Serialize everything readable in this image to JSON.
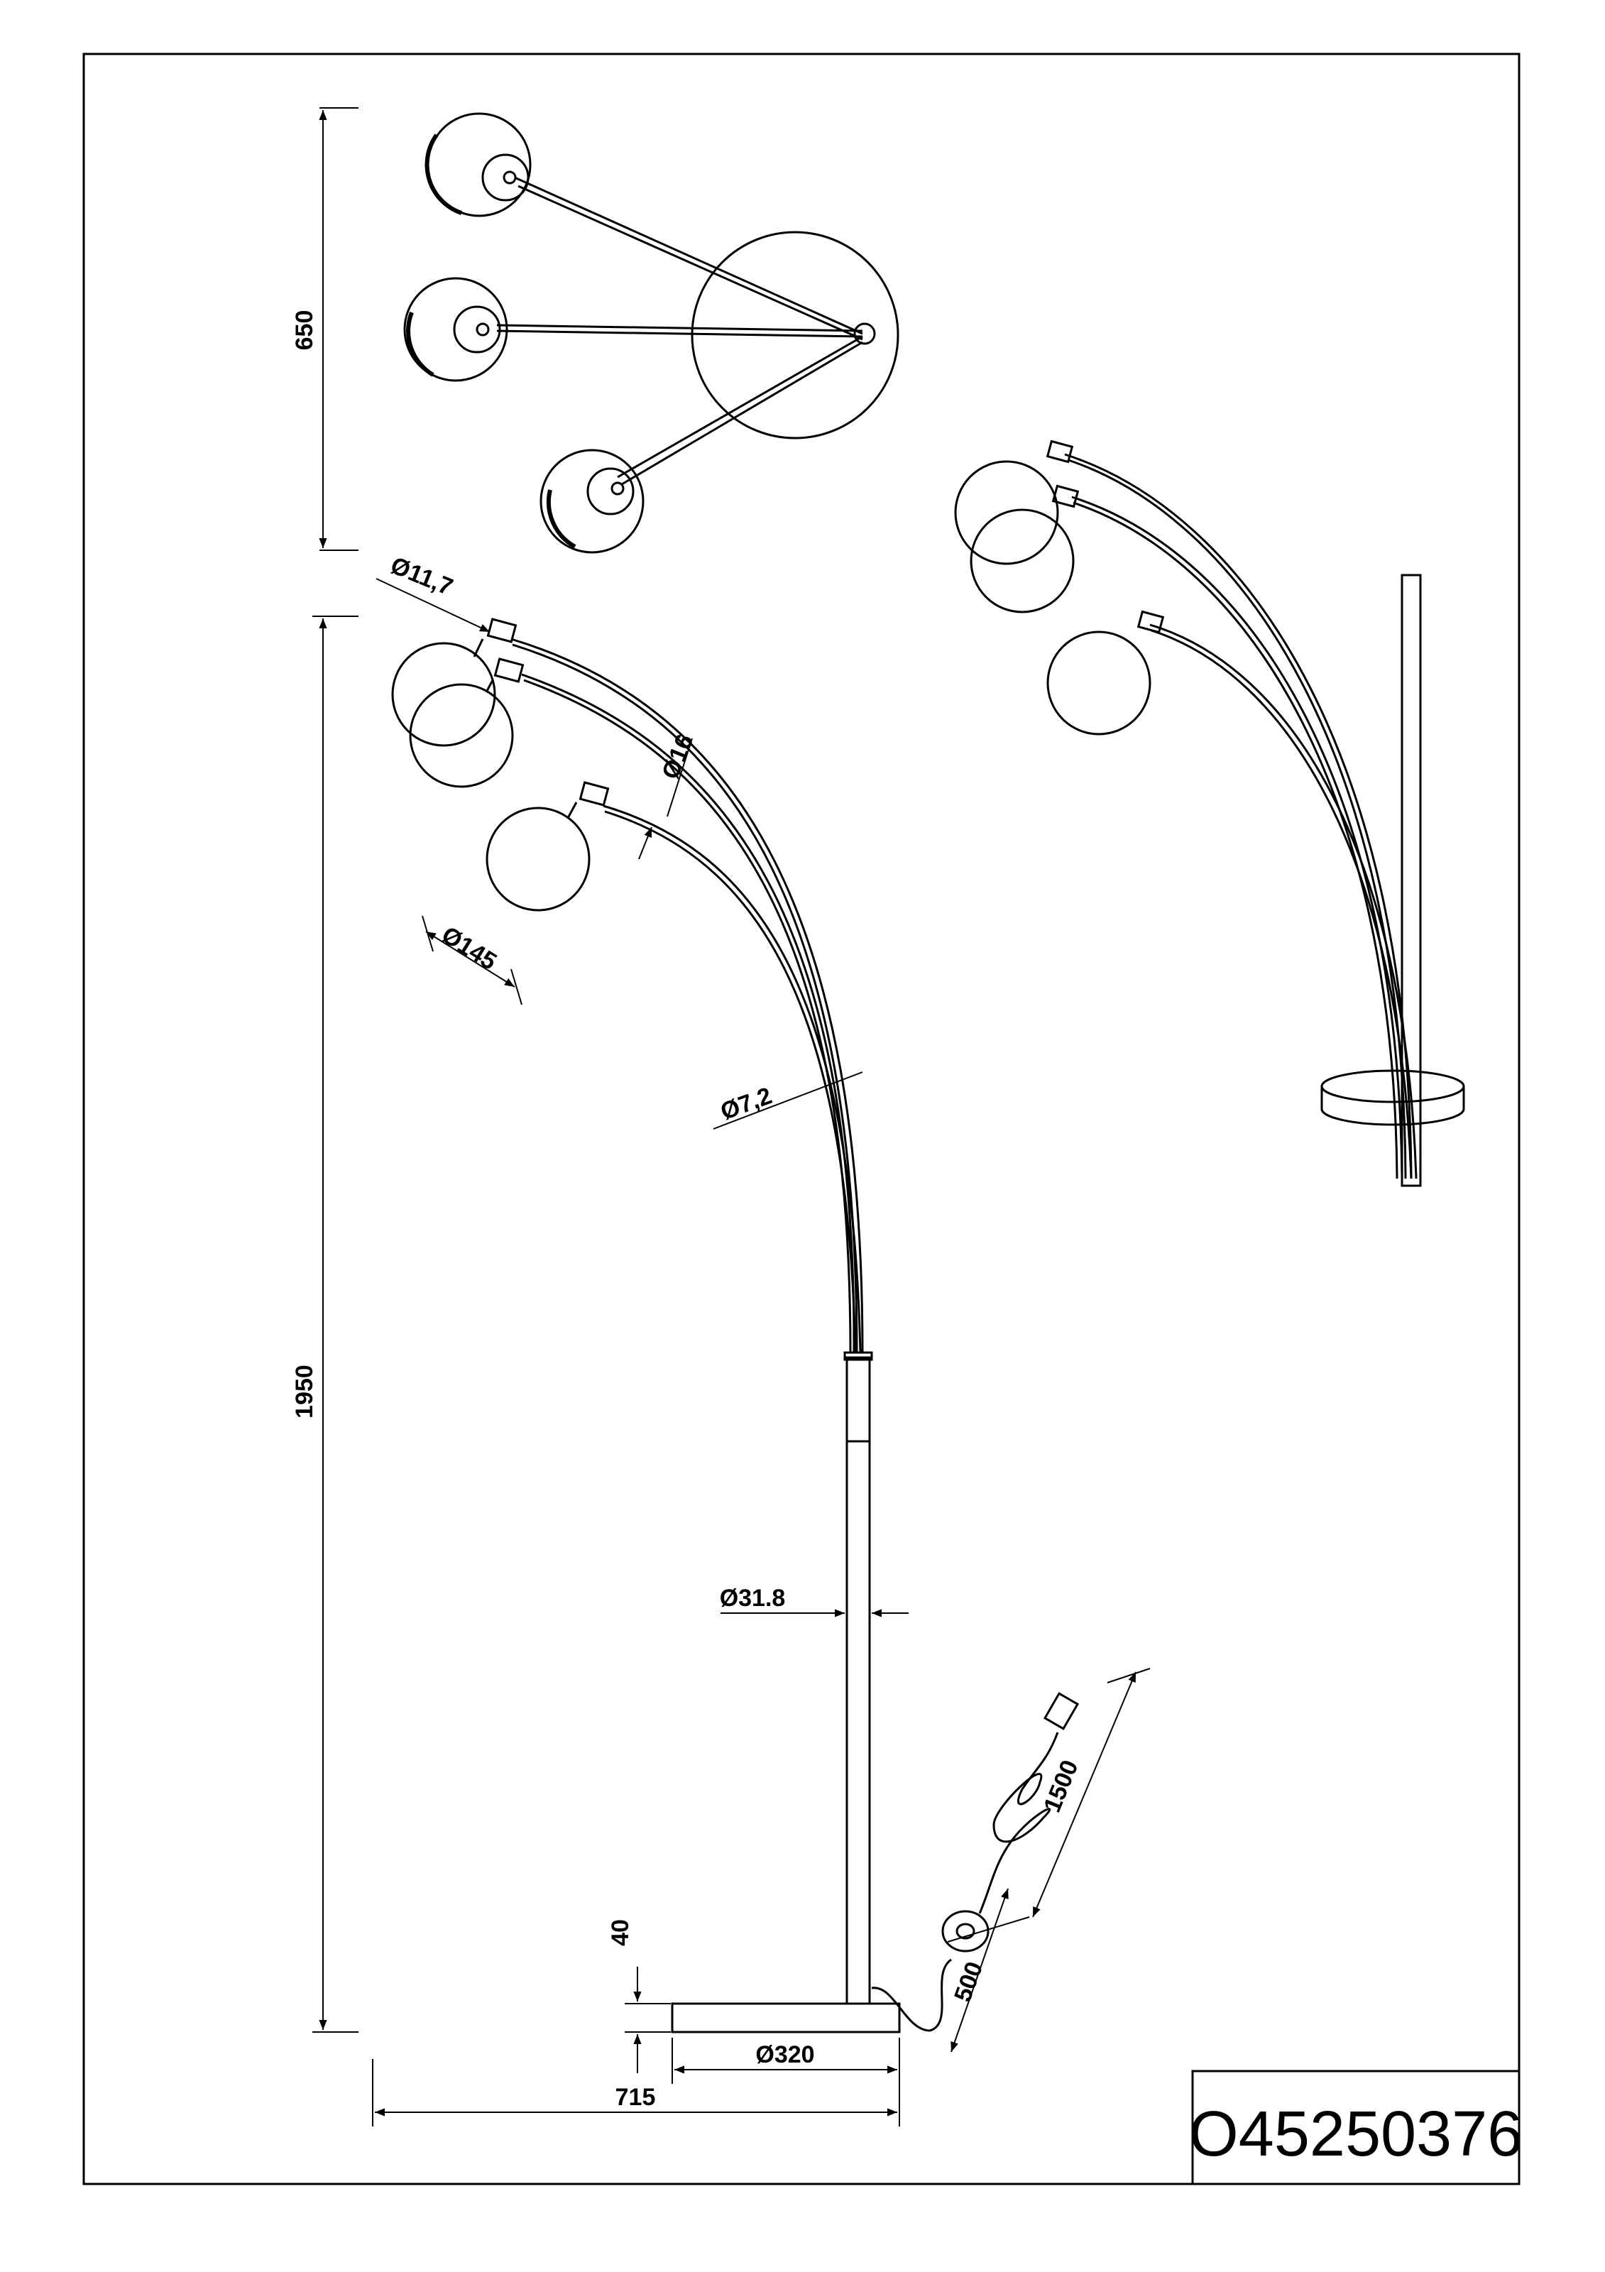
{
  "drawing": {
    "product_code": "O45250376",
    "colors": {
      "line": "#000000",
      "paper": "#ffffff"
    }
  },
  "dimensions": {
    "top_view_depth": "650",
    "total_height": "1950",
    "arm_tip_diameter": "Ø11,7",
    "arm_diameter": "Ø16",
    "shade_diameter": "Ø145",
    "lower_arm_diameter": "Ø7,2",
    "pole_diameter": "Ø31.8",
    "base_height": "40",
    "base_diameter": "Ø320",
    "total_width": "715",
    "cable_to_switch": "500",
    "switch_to_plug": "1500"
  }
}
